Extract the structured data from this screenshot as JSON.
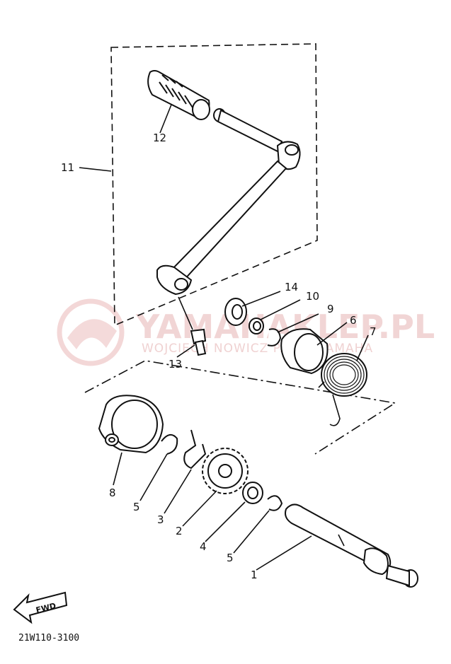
{
  "diagram_code": "21W110-3100",
  "fwd_label": "FWD",
  "watermark": {
    "title": "YAMAHAKLEP.PL",
    "subtitle": "WOJCIECH NOWICZ PARTS YAMAHA"
  },
  "callouts": [
    {
      "id": "c1",
      "label": "1"
    },
    {
      "id": "c2",
      "label": "2"
    },
    {
      "id": "c3",
      "label": "3"
    },
    {
      "id": "c4",
      "label": "4"
    },
    {
      "id": "c5a",
      "label": "5"
    },
    {
      "id": "c5b",
      "label": "5"
    },
    {
      "id": "c6",
      "label": "6"
    },
    {
      "id": "c7",
      "label": "7"
    },
    {
      "id": "c8",
      "label": "8"
    },
    {
      "id": "c9",
      "label": "9"
    },
    {
      "id": "c10",
      "label": "10"
    },
    {
      "id": "c11",
      "label": "11"
    },
    {
      "id": "c12",
      "label": "12"
    },
    {
      "id": "c13",
      "label": "13"
    },
    {
      "id": "c14",
      "label": "14"
    }
  ]
}
